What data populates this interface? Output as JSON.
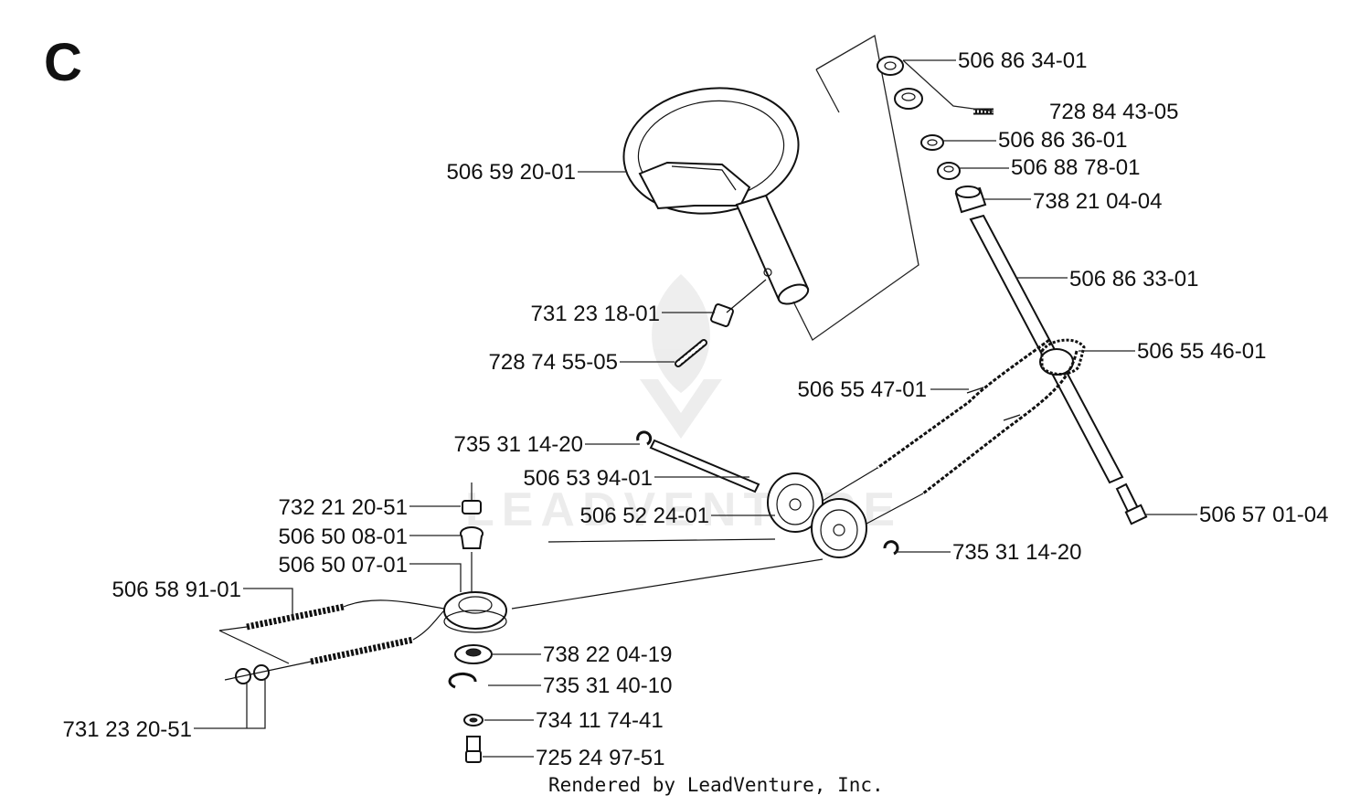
{
  "diagram": {
    "section_label": "C",
    "footer": "Rendered by LeadVenture, Inc.",
    "watermark": "LEADVENTURE",
    "parts": {
      "p506863401": "506 86 34-01",
      "p728844305": "728 84 43-05",
      "p506863601": "506 86 36-01",
      "p506887801": "506 88 78-01",
      "p738210404": "738 21 04-04",
      "p506592001": "506 59 20-01",
      "p506863301": "506 86 33-01",
      "p731231801": "731 23 18-01",
      "p506554601": "506 55 46-01",
      "p728745505": "728 74 55-05",
      "p506554701": "506 55 47-01",
      "p735311420a": "735 31 14-20",
      "p506539401": "506 53 94-01",
      "p732212051": "732 21 20-51",
      "p506522401": "506 52 24-01",
      "p506570104": "506 57 01-04",
      "p506500801": "506 50 08-01",
      "p735311420b": "735 31 14-20",
      "p506500701": "506 50 07-01",
      "p506589101": "506 58 91-01",
      "p738220419": "738 22 04-19",
      "p735314010": "735 31 40-10",
      "p734117441": "734 11 74-41",
      "p731232051": "731 23 20-51",
      "p725249751": "725 24 97-51"
    }
  }
}
